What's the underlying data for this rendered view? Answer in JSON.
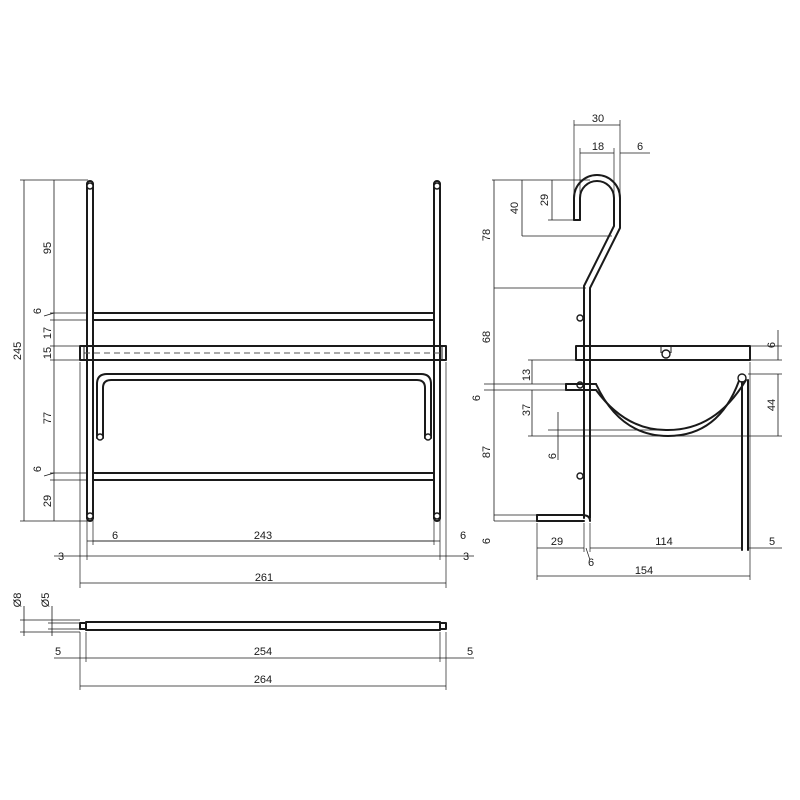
{
  "front_view": {
    "height_total": "245",
    "top_segment": "95",
    "upper_rail_thickness": "6",
    "rail_gap": "17",
    "rod_thickness": "15",
    "middle_segment": "77",
    "lower_rail_thickness": "6",
    "bottom_segment": "29",
    "inner_width": "243",
    "left_wall": "6",
    "right_wall": "6",
    "left_overhang": "3",
    "right_overhang": "3",
    "overall_width": "261"
  },
  "side_view": {
    "hook_width": "30",
    "hook_inner": "18",
    "hook_wire": "6",
    "hook_height": "40",
    "hook_tip": "29",
    "upper_height": "78",
    "mid_height": "68",
    "shelf_thickness": "6",
    "cradle_offset": "13",
    "foot_wire": "6",
    "cradle_drop": "37",
    "cradle_depth": "44",
    "cradle_wire": "6",
    "lower_height": "87",
    "foot_thickness": "6",
    "foot_length": "29",
    "frame_wire": "6",
    "shelf_depth": "114",
    "shelf_end": "5",
    "overall_depth": "154"
  },
  "rod_view": {
    "outer_diameter": "Ø8",
    "inner_diameter": "Ø5",
    "left_end": "5",
    "body_length": "254",
    "right_end": "5",
    "overall_length": "264"
  }
}
